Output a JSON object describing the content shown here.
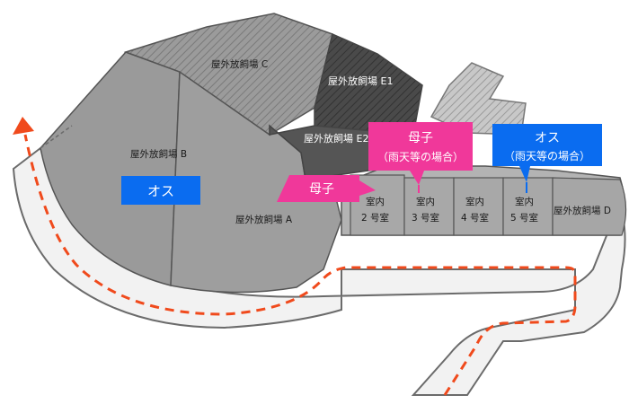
{
  "areas": {
    "outdoor_a": "屋外放飼場 A",
    "outdoor_b": "屋外放飼場 B",
    "outdoor_c": "屋外放飼場 C",
    "outdoor_d": "屋外放飼場 D",
    "outdoor_e1": "屋外放飼場 E1",
    "outdoor_e2": "屋外放飼場 E2"
  },
  "rooms": [
    {
      "line1": "室内",
      "line2": "2 号室"
    },
    {
      "line1": "室内",
      "line2": "3 号室"
    },
    {
      "line1": "室内",
      "line2": "4 号室"
    },
    {
      "line1": "室内",
      "line2": "5 号室"
    }
  ],
  "tags": {
    "male_b": "オス",
    "mother_child_a": "母子",
    "mother_child_rain_title": "母子",
    "mother_child_rain_sub": "（雨天等の場合）",
    "male_rain_title": "オス",
    "male_rain_sub": "（雨天等の場合）"
  },
  "colors": {
    "male_tag": "#0a6cf0",
    "mother_child_tag": "#f0389a",
    "route": "#f04a1c",
    "enclosure": "#9a9a9a",
    "walkway": "#f0f0f0"
  }
}
